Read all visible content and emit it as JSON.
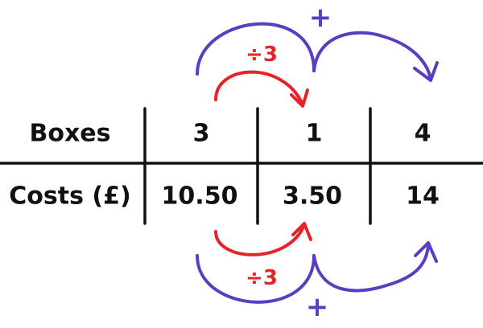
{
  "colors": {
    "purple": "#5a3dc2",
    "red": "#e52329",
    "ink": "#111111"
  },
  "table": {
    "rows": [
      {
        "header": "Boxes",
        "values": [
          "3",
          "1",
          "4"
        ]
      },
      {
        "header": "Costs (£)",
        "values": [
          "10.50",
          "3.50",
          "14"
        ]
      }
    ]
  },
  "annotations": {
    "top_divide": "÷3",
    "top_add": "+",
    "bottom_divide": "÷3",
    "bottom_add": "+"
  }
}
